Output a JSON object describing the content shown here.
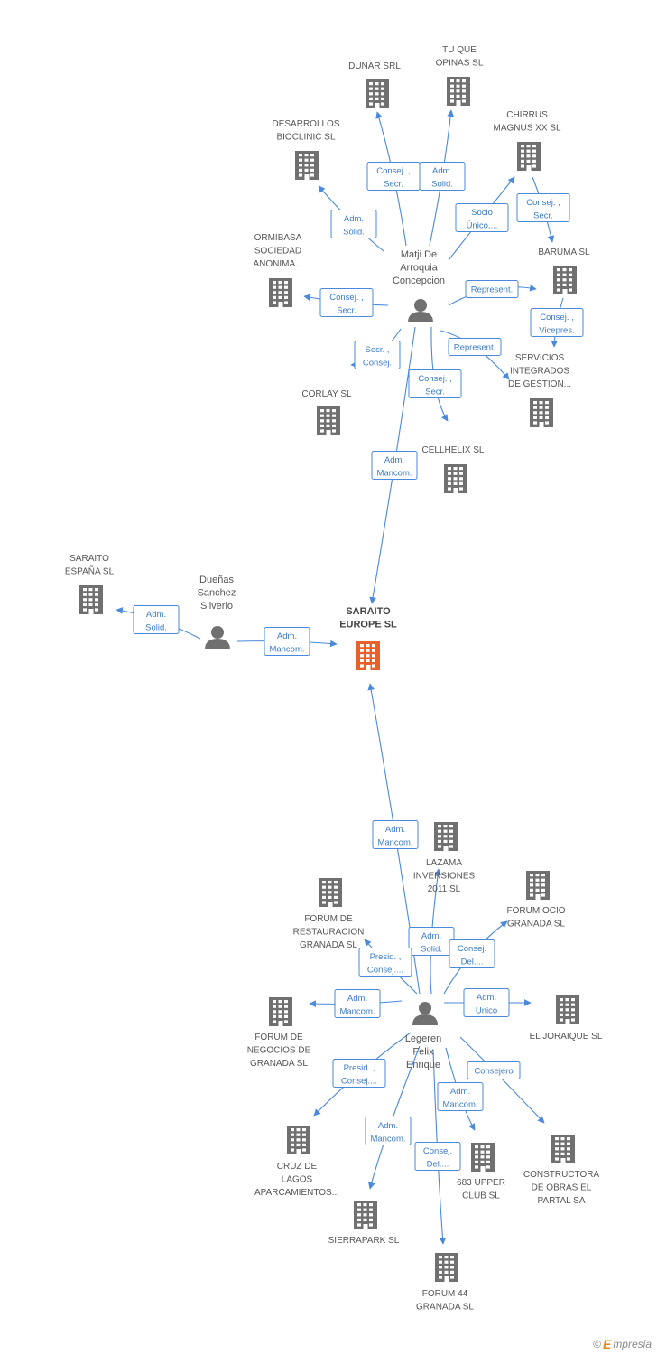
{
  "colors": {
    "edge": "#4a89dc",
    "building": "#707070",
    "main_building": "#e8602c",
    "person": "#707070",
    "edge_text": "#3d7cc9",
    "edge_box_border": "#4a89dc"
  },
  "main_company": {
    "lines": [
      "SARAITO",
      "EUROPE SL"
    ]
  },
  "persons": [
    {
      "id": "p_matji",
      "lines": [
        "Matji De",
        "Arroquia",
        "Concepcion"
      ]
    },
    {
      "id": "p_duenas",
      "lines": [
        "Dueñas",
        "Sanchez",
        "Silverio"
      ]
    },
    {
      "id": "p_legeren",
      "lines": [
        "Legeren",
        "Felix",
        "Enrique"
      ]
    }
  ],
  "companies": [
    {
      "id": "c_dunar",
      "lines": [
        "DUNAR SRL"
      ]
    },
    {
      "id": "c_tuque",
      "lines": [
        "TU QUE",
        "OPINAS SL"
      ]
    },
    {
      "id": "c_desarrollos",
      "lines": [
        "DESARROLLOS",
        "BIOCLINIC SL"
      ]
    },
    {
      "id": "c_chirrus",
      "lines": [
        "CHIRRUS",
        "MAGNUS XX SL"
      ]
    },
    {
      "id": "c_ormibasa",
      "lines": [
        "ORMIBASA",
        "SOCIEDAD",
        "ANONIMA..."
      ]
    },
    {
      "id": "c_baruma",
      "lines": [
        "BARUMA SL"
      ]
    },
    {
      "id": "c_servicios",
      "lines": [
        "SERVICIOS",
        "INTEGRADOS",
        "DE GESTION..."
      ]
    },
    {
      "id": "c_corlay",
      "lines": [
        "CORLAY SL"
      ]
    },
    {
      "id": "c_cellhelix",
      "lines": [
        "CELLHELIX SL"
      ]
    },
    {
      "id": "c_saraito_es",
      "lines": [
        "SARAITO",
        "ESPAÑA SL"
      ]
    },
    {
      "id": "c_lazama",
      "lines": [
        "LAZAMA",
        "INVERSIONES",
        "2011 SL"
      ]
    },
    {
      "id": "c_forum_rest",
      "lines": [
        "FORUM DE",
        "RESTAURACION",
        "GRANADA SL"
      ]
    },
    {
      "id": "c_forum_ocio",
      "lines": [
        "FORUM OCIO",
        "GRANADA SL"
      ]
    },
    {
      "id": "c_forum_neg",
      "lines": [
        "FORUM DE",
        "NEGOCIOS DE",
        "GRANADA SL"
      ]
    },
    {
      "id": "c_joraique",
      "lines": [
        "EL JORAIQUE SL"
      ]
    },
    {
      "id": "c_cruz",
      "lines": [
        "CRUZ DE",
        "LAGOS",
        "APARCAMIENTOS..."
      ]
    },
    {
      "id": "c_constructora",
      "lines": [
        "CONSTRUCTORA",
        "DE OBRAS EL",
        "PARTAL SA"
      ]
    },
    {
      "id": "c_683",
      "lines": [
        "683 UPPER",
        "CLUB SL"
      ]
    },
    {
      "id": "c_sierrapark",
      "lines": [
        "SIERRAPARK SL"
      ]
    },
    {
      "id": "c_forum44",
      "lines": [
        "FORUM 44",
        "GRANADA SL"
      ]
    }
  ],
  "edges": [
    {
      "from": "p_matji",
      "to": "c_dunar",
      "lines": [
        "Consej. ,",
        "Secr."
      ]
    },
    {
      "from": "p_matji",
      "to": "c_tuque",
      "lines": [
        "Adm.",
        "Solid."
      ]
    },
    {
      "from": "p_matji",
      "to": "c_desarrollos",
      "lines": [
        "Adm.",
        "Solid."
      ]
    },
    {
      "from": "p_matji",
      "to": "c_chirrus",
      "lines": [
        "Socio",
        "Único,..."
      ]
    },
    {
      "from": "c_chirrus",
      "to": "c_baruma",
      "lines": [
        "Consej. ,",
        "Secr."
      ]
    },
    {
      "from": "p_matji",
      "to": "c_ormibasa",
      "lines": [
        "Consej. ,",
        "Secr."
      ]
    },
    {
      "from": "p_matji",
      "to": "c_baruma",
      "lines": [
        "Represent."
      ]
    },
    {
      "from": "c_baruma",
      "to": "c_servicios",
      "lines": [
        "Consej. ,",
        "Vicepres."
      ]
    },
    {
      "from": "p_matji",
      "to": "c_servicios",
      "lines": [
        "Represent."
      ]
    },
    {
      "from": "p_matji",
      "to": "c_corlay",
      "lines": [
        "Secr. ,",
        "Consej."
      ]
    },
    {
      "from": "p_matji",
      "to": "c_cellhelix",
      "lines": [
        "Consej. ,",
        "Secr."
      ]
    },
    {
      "from": "p_matji",
      "to": "main",
      "lines": [
        "Adm.",
        "Mancom."
      ]
    },
    {
      "from": "p_duenas",
      "to": "c_saraito_es",
      "lines": [
        "Adm.",
        "Solid."
      ]
    },
    {
      "from": "p_duenas",
      "to": "main",
      "lines": [
        "Adm.",
        "Mancom."
      ]
    },
    {
      "from": "p_legeren",
      "to": "main",
      "lines": [
        "Adm.",
        "Mancom."
      ]
    },
    {
      "from": "p_legeren",
      "to": "c_lazama",
      "lines": [
        "Adm.",
        "Solid."
      ]
    },
    {
      "from": "p_legeren",
      "to": "c_forum_rest",
      "lines": [
        "Presid. ,",
        "Consej...."
      ]
    },
    {
      "from": "p_legeren",
      "to": "c_forum_ocio",
      "lines": [
        "Consej.",
        "Del...."
      ]
    },
    {
      "from": "p_legeren",
      "to": "c_forum_neg",
      "lines": [
        "Adm.",
        "Mancom."
      ]
    },
    {
      "from": "p_legeren",
      "to": "c_joraique",
      "lines": [
        "Adm.",
        "Unico"
      ]
    },
    {
      "from": "p_legeren",
      "to": "c_cruz",
      "lines": [
        "Presid. ,",
        "Consej...."
      ]
    },
    {
      "from": "p_legeren",
      "to": "c_constructora",
      "lines": [
        "Consejero"
      ]
    },
    {
      "from": "p_legeren",
      "to": "c_683",
      "lines": [
        "Adm.",
        "Mancom."
      ]
    },
    {
      "from": "p_legeren",
      "to": "c_sierrapark",
      "lines": [
        "Adm.",
        "Mancom."
      ]
    },
    {
      "from": "p_legeren",
      "to": "c_forum44",
      "lines": [
        "Consej.",
        "Del...."
      ]
    }
  ],
  "footer": {
    "copyright": "©",
    "brand_first": "E",
    "brand_rest": "mpresia"
  }
}
